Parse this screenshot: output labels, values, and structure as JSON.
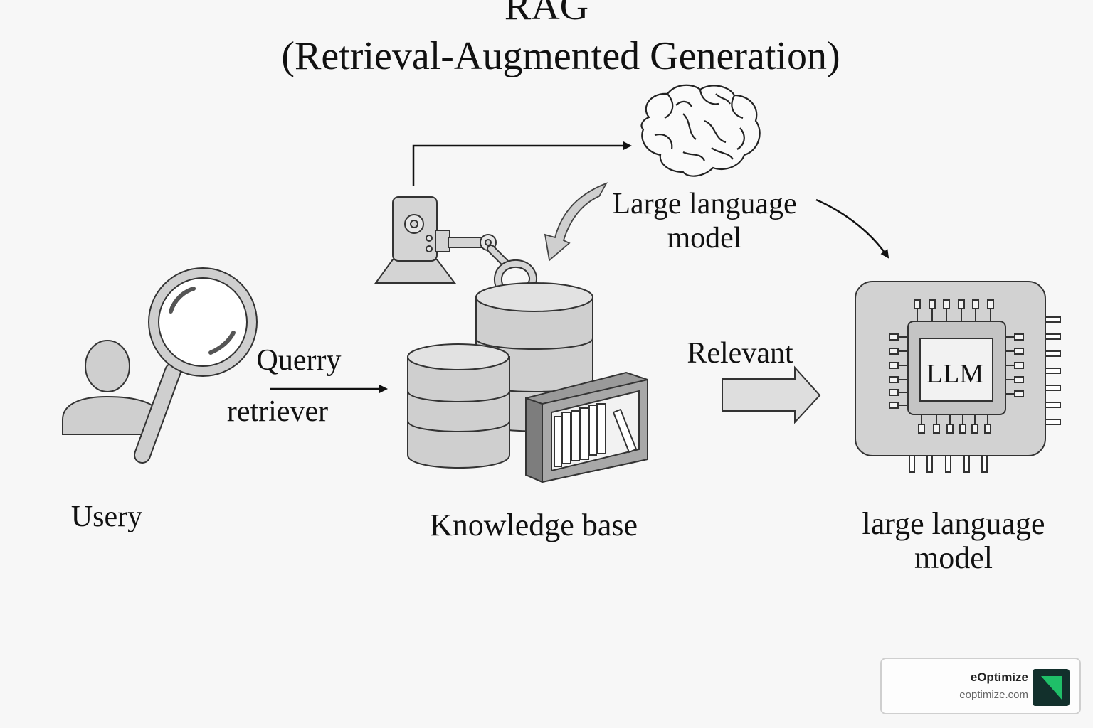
{
  "title": {
    "line1": "RAG",
    "line2": "(Retrieval-Augmented Generation)"
  },
  "nodes": {
    "user": {
      "label": "Usery",
      "icon": "user-search-icon"
    },
    "knowledge_base": {
      "label": "Knowledge base",
      "icon": "database-books-icon"
    },
    "llm_brain": {
      "label_line1": "Large language",
      "label_line2": "model",
      "icon": "brain-icon"
    },
    "llm_chip": {
      "label_line1": "large language",
      "label_line2": "model",
      "chip_text": "LLM",
      "icon": "chip-icon"
    },
    "robot_arm": {
      "icon": "robot-arm-icon"
    }
  },
  "edges": {
    "query": {
      "line1": "Querry",
      "line2": "retriever"
    },
    "relevant": {
      "label": "Relevant"
    }
  },
  "badge": {
    "name": "eOptimize",
    "url": "eoptimize.com",
    "accent": "#1fbf68",
    "background": "#12302c"
  },
  "colors": {
    "stroke": "#2a2a2a",
    "fill_light": "#e4e4e4",
    "fill_mid": "#cfcfcf",
    "fill_dark": "#9a9a9a"
  }
}
